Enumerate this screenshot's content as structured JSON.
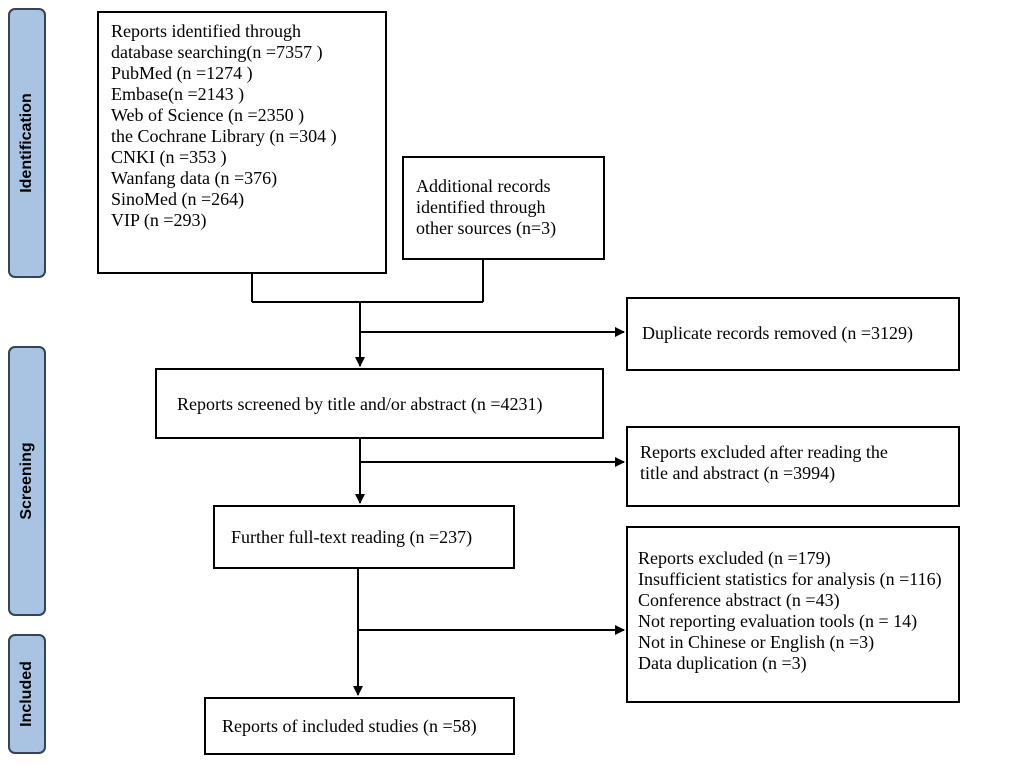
{
  "phases": {
    "identification": "Identification",
    "screening": "Screening",
    "included": "Included"
  },
  "boxes": {
    "database_search": [
      "Reports identified through",
      "database searching(n =7357 )",
      "PubMed (n =1274 )",
      "Embase(n =2143 )",
      "Web of Science (n =2350 )",
      "the Cochrane Library (n =304 )",
      "CNKI (n =353 )",
      "Wanfang data (n =376)",
      "SinoMed (n =264)",
      "VIP (n =293)"
    ],
    "other_sources": [
      "Additional records",
      "identified through",
      "other sources (n=3)"
    ],
    "duplicates_removed": "Duplicate records removed (n =3129)",
    "screened": "Reports screened by title and/or abstract (n =4231)",
    "excluded_title_abstract": [
      "Reports  excluded  after  reading  the",
      "title and abstract (n =3994)"
    ],
    "full_text": "Further full-text reading (n =237)",
    "excluded_full_text": [
      "Reports excluded (n =179)",
      "Insufficient statistics for analysis (n =116)",
      "Conference abstract (n =43)",
      "Not reporting evaluation tools (n = 14)",
      "Not in Chinese or English (n =3)",
      "Data duplication (n =3)"
    ],
    "included": "Reports of included studies (n =58)"
  },
  "colors": {
    "phase_fill": "#a9c3e3",
    "phase_border": "#34435a",
    "line": "#000000"
  }
}
